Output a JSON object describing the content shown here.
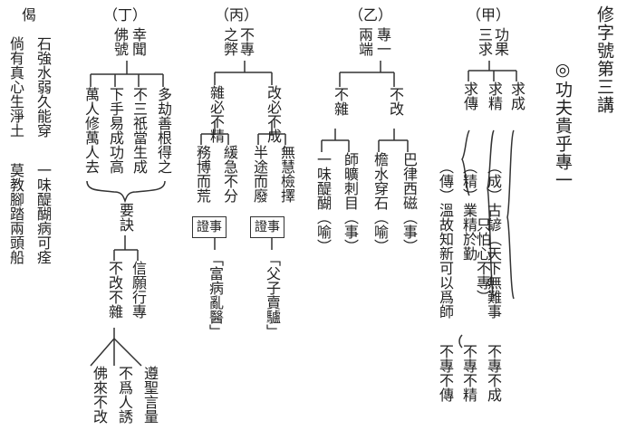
{
  "title": "修字號第三講",
  "theme": "◎功夫貴乎專一",
  "sections": {
    "jia": {
      "label": "（甲）",
      "head": [
        "功果",
        "三求"
      ],
      "subs": [
        "求成",
        "求精",
        "求傳"
      ],
      "notes": [
        "（成）古諺（天下無難事",
        "只怕心不專）",
        "（精）業精於勤",
        "（傳）溫故知新可以爲師"
      ],
      "results": [
        "不專不成",
        "不專不精",
        "不專不傳"
      ]
    },
    "yi": {
      "label": "（乙）",
      "head": [
        "專一",
        "兩端"
      ],
      "subs": [
        "不改",
        "不雜"
      ],
      "items": [
        "巴律西磁（事）",
        "檐水穿石（喻）",
        "師曠刺目（事）",
        "一味醍醐（喻）"
      ]
    },
    "bing": {
      "label": "（丙）",
      "head": [
        "不專",
        "之弊"
      ],
      "subs": [
        "改必不成",
        "雜必不精"
      ],
      "items": [
        "無慧檢擇",
        "半途而廢",
        "緩急不分",
        "務博而荒"
      ],
      "proofs": [
        "證事",
        "證事"
      ],
      "proof_notes": [
        "「父子賣驢」",
        "「富病亂醫」"
      ]
    },
    "ding": {
      "label": "（丁）",
      "head": [
        "幸聞",
        "佛號"
      ],
      "subs": [
        "多劫善根得之",
        "不三祇當生成",
        "下手易成功高",
        "萬人修萬人去"
      ],
      "key": "要訣",
      "key_items": [
        "信願行專",
        "不改不雜"
      ],
      "outcomes": [
        "遵聖言量",
        "不爲人誘",
        "佛來不改"
      ]
    },
    "verse": {
      "label": "偈",
      "lines": [
        "石強水弱久能穿",
        "一味醍醐病可痊",
        "倘有真心生淨土",
        "莫教腳踏兩頭船"
      ]
    }
  }
}
